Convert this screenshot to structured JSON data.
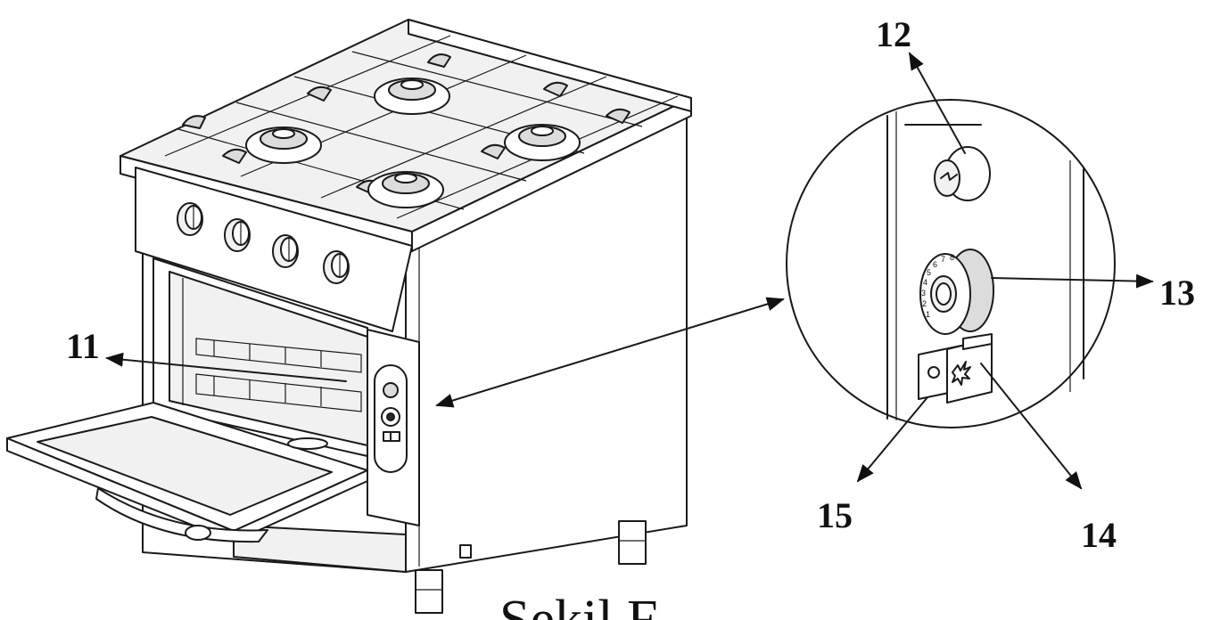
{
  "callouts": {
    "c11": "11",
    "c12": "12",
    "c13": "13",
    "c14": "14",
    "c15": "15"
  },
  "caption": "Şekil F",
  "icons": {
    "igniter": "spark-icon",
    "lamp": "lamp-icon"
  },
  "dial_scale": [
    "1",
    "2",
    "3",
    "4",
    "5",
    "6",
    "7",
    "8"
  ],
  "colors": {
    "line": "#1a1a1a",
    "background": "#ffffff"
  }
}
